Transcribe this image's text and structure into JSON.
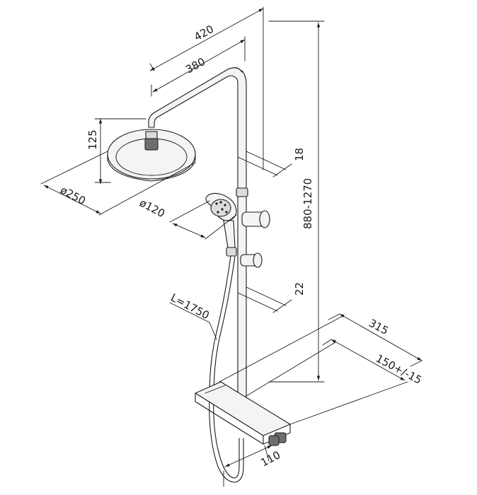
{
  "dimensions": {
    "head_reach_outer": "420",
    "head_reach_inner": "380",
    "head_height": "125",
    "head_diameter": "ø250",
    "hand_shower_diameter": "ø120",
    "pipe_diameter_upper": "18",
    "pipe_diameter_lower": "22",
    "height_range": "880-1270",
    "hose_length": "L=1750",
    "shelf_width": "315",
    "wall_distance": "150+/-15",
    "shelf_depth": "110"
  }
}
